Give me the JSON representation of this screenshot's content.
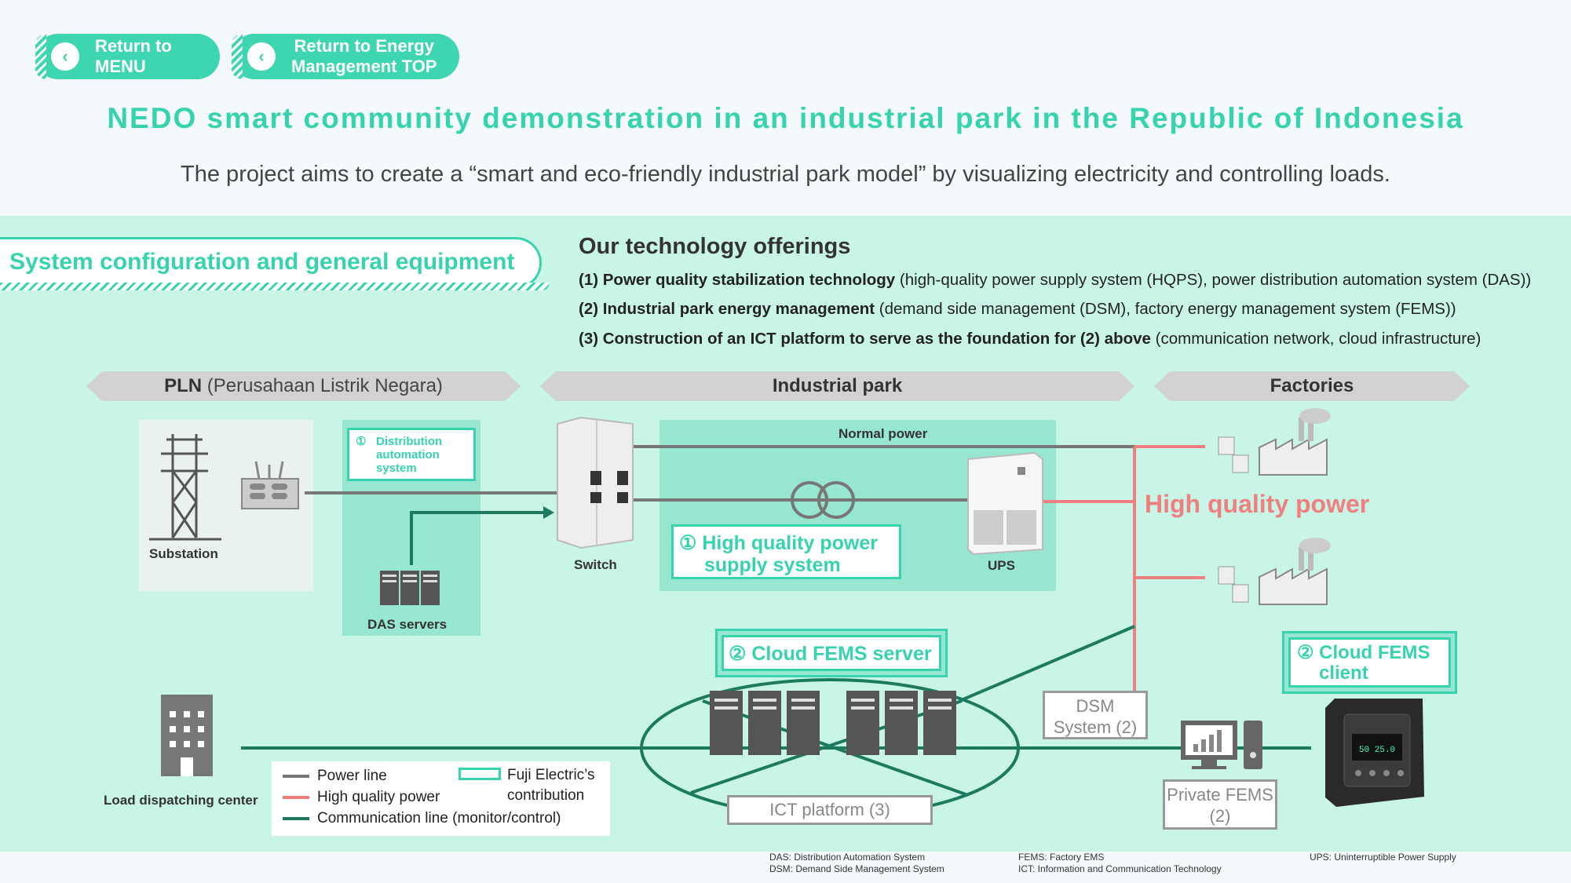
{
  "nav": {
    "menu": "Return to MENU",
    "menu_l1": "Return to",
    "menu_l2": "MENU",
    "energy_l1": "Return to Energy",
    "energy_l2": "Management TOP"
  },
  "title": "NEDO smart community demonstration in an industrial park in the Republic of Indonesia",
  "subtitle": "The project aims to create a “smart and eco-friendly industrial park model” by visualizing electricity and controlling loads.",
  "section_title": "System configuration and general equipment",
  "offerings": {
    "heading": "Our technology offerings",
    "items": [
      {
        "bold": "(1) Power quality stabilization technology",
        "rest": " (high-quality power supply system (HQPS), power distribution automation system (DAS))"
      },
      {
        "bold": "(2) Industrial park energy management",
        "rest": " (demand side management (DSM), factory energy management system (FEMS))"
      },
      {
        "bold": "(3) Construction of an ICT platform to serve as the foundation for (2) above",
        "rest": " (communication network, cloud infrastructure)"
      }
    ]
  },
  "banners": {
    "pln_bold": "PLN",
    "pln_rest": " (Perusahaan Listrik Negara)",
    "industrial": "Industrial park",
    "factories": "Factories"
  },
  "labels": {
    "substation": "Substation",
    "das_box_num": "①",
    "das_box_l1": "Distribution",
    "das_box_l2": "automation",
    "das_box_l3": "system",
    "das_servers": "DAS servers",
    "switch": "Switch",
    "normal_power": "Normal power",
    "hqps_l1": "① High quality power",
    "hqps_l2": "supply system",
    "ups": "UPS",
    "high_quality_power": "High quality power",
    "cloud_server": "② Cloud FEMS server",
    "cloud_client_l1": "② Cloud FEMS",
    "cloud_client_l2": "client",
    "dsm_l1": "DSM",
    "dsm_l2": "System (2)",
    "ict": "ICT platform (3)",
    "private_l1": "Private FEMS",
    "private_l2": "(2)",
    "load_center": "Load dispatching center",
    "meter_display": "50 25.0"
  },
  "legend": {
    "power_line": "Power line",
    "hq_power": "High quality power",
    "comm_line": "Communication line (monitor/control)",
    "fuji_l1": "Fuji Electric’s",
    "fuji_l2": "contribution"
  },
  "footnotes": {
    "col1_l1": "DAS: Distribution Automation System",
    "col1_l2": "DSM: Demand Side Management System",
    "col2_l1": "FEMS: Factory EMS",
    "col2_l2": "ICT: Information and Communication Technology",
    "col3_l1": "UPS: Uninterruptible Power Supply"
  },
  "colors": {
    "accent": "#36d3ae",
    "power_line": "#777777",
    "hq_power": "#f07f80",
    "comm_line": "#1d7a5f"
  }
}
